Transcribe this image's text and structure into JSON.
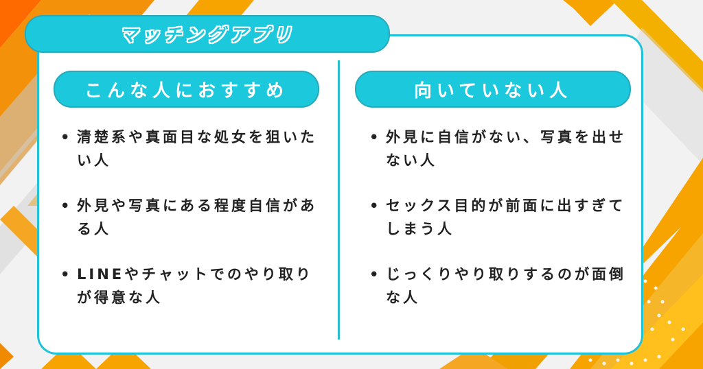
{
  "title": "マッチングアプリ",
  "colors": {
    "accent": "#1cc8dc",
    "accent_border": "#27a9b9",
    "orange": "#f7a300",
    "dark_orange": "#f08a00",
    "text": "#222222",
    "background": "#f2f2f2"
  },
  "left": {
    "heading": "こんな人におすすめ",
    "items": [
      "清楚系や真面目な処女を狙いたい人",
      "外見や写真にある程度自信がある人",
      "LINEやチャットでのやり取りが得意な人"
    ]
  },
  "right": {
    "heading": "向いていない人",
    "items": [
      "外見に自信がない、写真を出せない人",
      "セックス目的が前面に出すぎてしまう人",
      "じっくりやり取りするのが面倒な人"
    ]
  },
  "bullet": "•"
}
